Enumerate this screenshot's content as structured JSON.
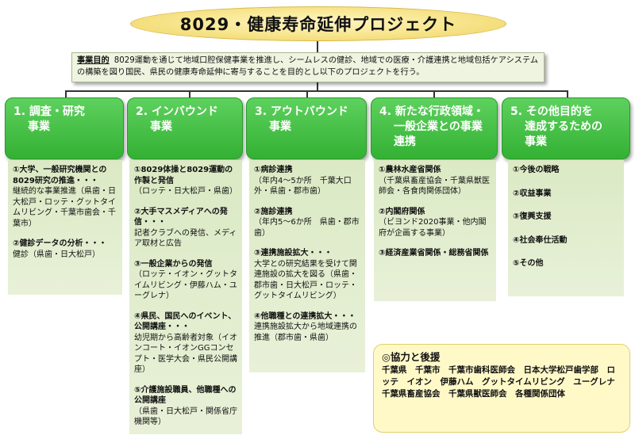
{
  "title": "8029・健康寿命延伸プロジェクト",
  "purpose": {
    "label": "事業目的",
    "text": "8029運動を通じて地域口腔保健事業を推進し、シームレスの健診、地域での医療・介護連携と地域包括ケアシステムの構築を図り国民、県民の健康寿命延伸に寄与することを目的とし以下のプロジェクトを行う。"
  },
  "columns": [
    {
      "header": [
        "1. 調査・研究",
        "事業"
      ],
      "items": [
        {
          "head": "①大学、一般研究機関との8029研究の推進・・・",
          "sub": "継続的な事業推進（県歯・日大松戸・ロッテ・グットタイムリビング・千葉市歯会・千葉市）"
        },
        {
          "head": "②健診データの分析・・・",
          "sub": "健診（県歯・日大松戸）"
        }
      ]
    },
    {
      "header": [
        "2. インバウンド",
        "事業"
      ],
      "items": [
        {
          "head": "①8029体操と8029運動の作製と発信",
          "sub": "（ロッテ・日大松戸・県歯）"
        },
        {
          "head": "②大手マスメディアへの発信・・・",
          "sub": "記者クラブへの発信、メディア取材と広告"
        },
        {
          "head": "③一般企業からの発信",
          "sub": "（ロッテ・イオン・グットタイムリビング・伊藤ハム・ユーグレナ）"
        },
        {
          "head": "④県民、国民へのイベント、公開講座・・・",
          "sub": "幼児期から高齢者対象（イオンコート・イオンGGコンセプト・医学大会・県民公開講座）"
        },
        {
          "head": "⑤介護施設職員、他職種への公開講座",
          "sub": "（県歯・日大松戸・関係省庁機関等）"
        }
      ]
    },
    {
      "header": [
        "3. アウトバウンド",
        "事業"
      ],
      "items": [
        {
          "head": "①病診連携",
          "sub": "（年内4～5か所　千葉大口外・県歯・郡市歯）"
        },
        {
          "head": "②施診連携",
          "sub": "（年内5～6か所　県歯・郡市歯）"
        },
        {
          "head": "③連携施設拡大・・・",
          "sub": "大学との研究結果を受けて関連施設の拡大を図る（県歯・郡市歯・日大松戸・ロッテ・グットタイムリビング）"
        },
        {
          "head": "④他職種との連携拡大・・・",
          "sub": "連携施設拡大から地域連携の推進（郡市歯・県歯）"
        }
      ]
    },
    {
      "header": [
        "4. 新たな行政領域・",
        "一般企業との事業",
        "連携"
      ],
      "items": [
        {
          "head": "①農林水産省関係",
          "sub": "（千葉県畜産協会・千葉県獣医師会・各食肉関係団体）"
        },
        {
          "head": "②内閣府関係",
          "sub": "（ビヨンド2020事業・他内閣府が企画する事業）"
        },
        {
          "head": "③経済産業省関係・総務省関係",
          "sub": ""
        }
      ]
    },
    {
      "header": [
        "5. その他目的を",
        "達成するための",
        "事業"
      ],
      "items": [
        {
          "head": "①今後の戦略",
          "sub": ""
        },
        {
          "head": "②収益事業",
          "sub": ""
        },
        {
          "head": "③復興支援",
          "sub": ""
        },
        {
          "head": "④社会奉仕活動",
          "sub": ""
        },
        {
          "head": "⑤その他",
          "sub": ""
        }
      ]
    }
  ],
  "cooperation": {
    "title": "◎協力と後援",
    "text": "千葉県　千葉市　千葉市歯科医師会　日本大学松戸歯学部　ロッテ　イオン　伊藤ハム　グットタイムリビング　ユーグレナ　千葉県畜産協会　千葉県獣医師会　各種関係団体"
  }
}
